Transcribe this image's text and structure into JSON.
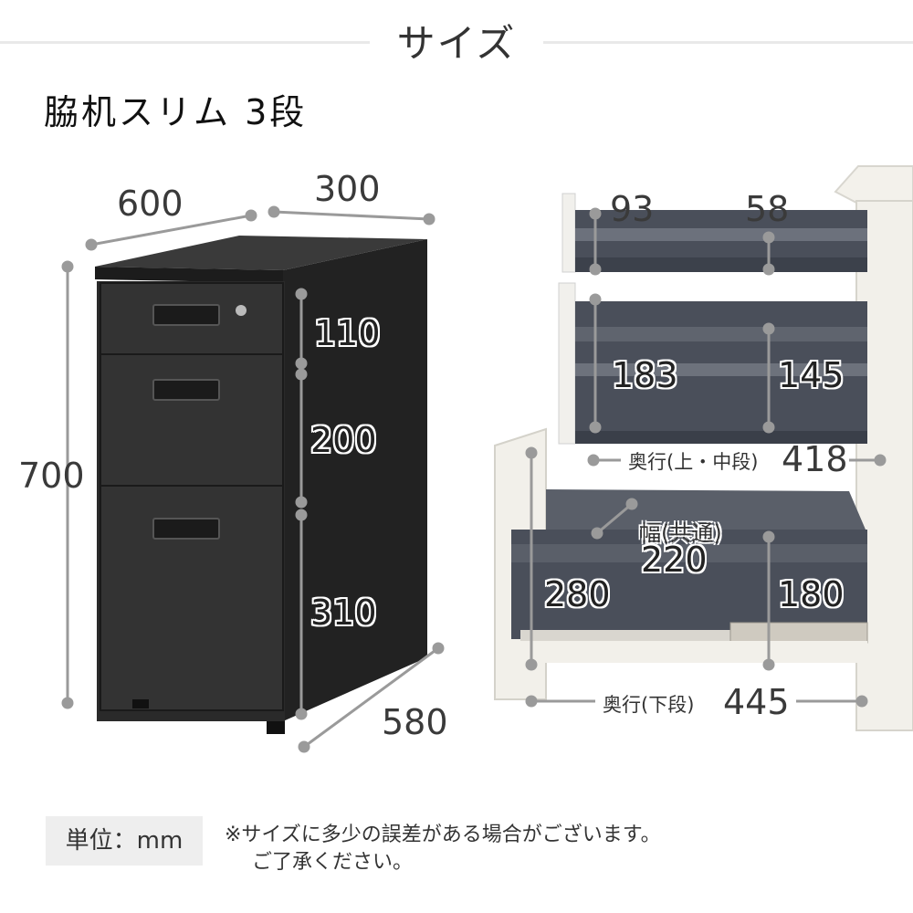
{
  "header": {
    "title": "サイズ"
  },
  "product": {
    "name": "脇机スリム 3段"
  },
  "cabinet": {
    "width": "600",
    "depth_top": "300",
    "height": "700",
    "drawer1": "110",
    "drawer2": "200",
    "drawer3": "310",
    "depth_bottom": "580"
  },
  "interior": {
    "upper_front": "93",
    "upper_back": "58",
    "middle_front": "183",
    "middle_back": "145",
    "depth_upper_label": "奥行(上・中段)",
    "depth_upper_value": "418",
    "width_label": "幅(共通)",
    "width_value": "220",
    "lower_front": "280",
    "lower_back": "180",
    "depth_lower_label": "奥行(下段)",
    "depth_lower_value": "445"
  },
  "footer": {
    "unit": "単位：mm",
    "note_line1": "※サイズに多少の誤差がある場合がございます。",
    "note_line2": "ご了承ください。"
  },
  "colors": {
    "cabinet": "#2c2c2c",
    "drawer_interior": "#4a4f5a",
    "dimension_line": "#9a9a9a",
    "desk": "#f2f0ea"
  }
}
